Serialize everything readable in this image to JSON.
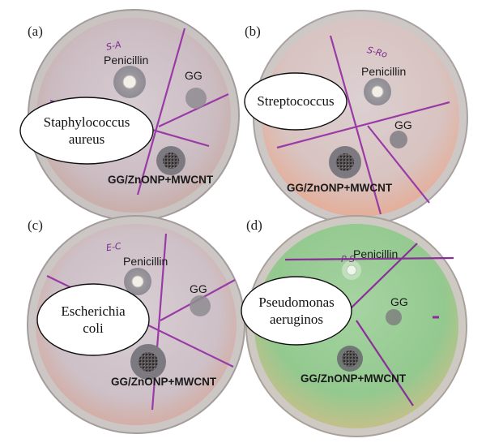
{
  "panels": [
    {
      "letter": "(a)",
      "organism_lines": [
        "Staphylococcus",
        "aureus"
      ],
      "discs": {
        "control": "Penicillin",
        "sample": "GG",
        "composite": "GG/ZnONP+MWCNT"
      },
      "plate_mark": "S-A",
      "agar_color": "#cfc1c6"
    },
    {
      "letter": "(b)",
      "organism_lines": [
        "Streptococcus"
      ],
      "discs": {
        "control": "Penicillin",
        "sample": "GG",
        "composite": "GG/ZnONP+MWCNT"
      },
      "plate_mark": "S-Ro",
      "agar_color": "#d9c6c4"
    },
    {
      "letter": "(c)",
      "organism_lines": [
        "Escherichia",
        "coli"
      ],
      "discs": {
        "control": "Penicillin",
        "sample": "GG",
        "composite": "GG/ZnONP+MWCNT"
      },
      "plate_mark": "E-C",
      "agar_color": "#d2c4c8"
    },
    {
      "letter": "(d)",
      "organism_lines": [
        "Pseudomonas",
        "aeruginos"
      ],
      "discs": {
        "control": "Penicillin",
        "sample": "GG",
        "composite": "GG/ZnONP+MWCNT"
      },
      "plate_mark": "P-S",
      "agar_color": "#9ccf97"
    }
  ]
}
